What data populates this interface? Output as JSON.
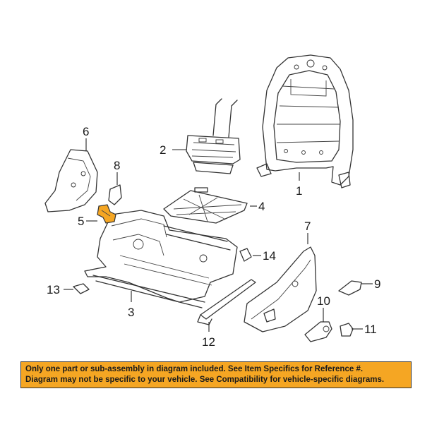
{
  "diagram": {
    "callouts": [
      {
        "id": "1",
        "text": "1"
      },
      {
        "id": "2",
        "text": "2"
      },
      {
        "id": "3",
        "text": "3"
      },
      {
        "id": "4",
        "text": "4"
      },
      {
        "id": "5",
        "text": "5"
      },
      {
        "id": "6",
        "text": "6"
      },
      {
        "id": "7",
        "text": "7"
      },
      {
        "id": "8",
        "text": "8"
      },
      {
        "id": "9",
        "text": "9"
      },
      {
        "id": "10",
        "text": "10"
      },
      {
        "id": "11",
        "text": "11"
      },
      {
        "id": "12",
        "text": "12"
      },
      {
        "id": "13",
        "text": "13"
      },
      {
        "id": "14",
        "text": "14"
      }
    ],
    "highlighted_part": "5",
    "highlight_color": "#f5a623"
  },
  "banner": {
    "line1": "Only one part or sub-assembly in diagram included. See Item Specifics for Reference #.",
    "line2": "Diagram may not be specific to your vehicle. See Compatibility for vehicle-specific diagrams.",
    "background": "#f5a623"
  }
}
